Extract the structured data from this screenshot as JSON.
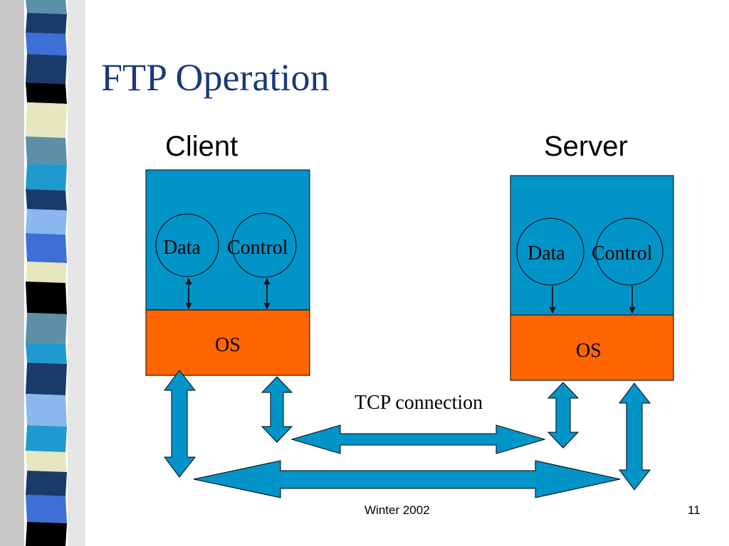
{
  "slide": {
    "title": "FTP Operation",
    "footer_text": "Winter 2002",
    "page_number": "11"
  },
  "client": {
    "heading": "Client",
    "data_label": "Data",
    "control_label": "Control",
    "os_label": "OS"
  },
  "server": {
    "heading": "Server",
    "data_label": "Data",
    "control_label": "Control",
    "os_label": "OS"
  },
  "connection": {
    "label": "TCP connection"
  },
  "colors": {
    "title": "#1a3a78",
    "box_fill": "#0094c8",
    "os_fill": "#ff6600",
    "arrow_fill": "#0094c8"
  }
}
